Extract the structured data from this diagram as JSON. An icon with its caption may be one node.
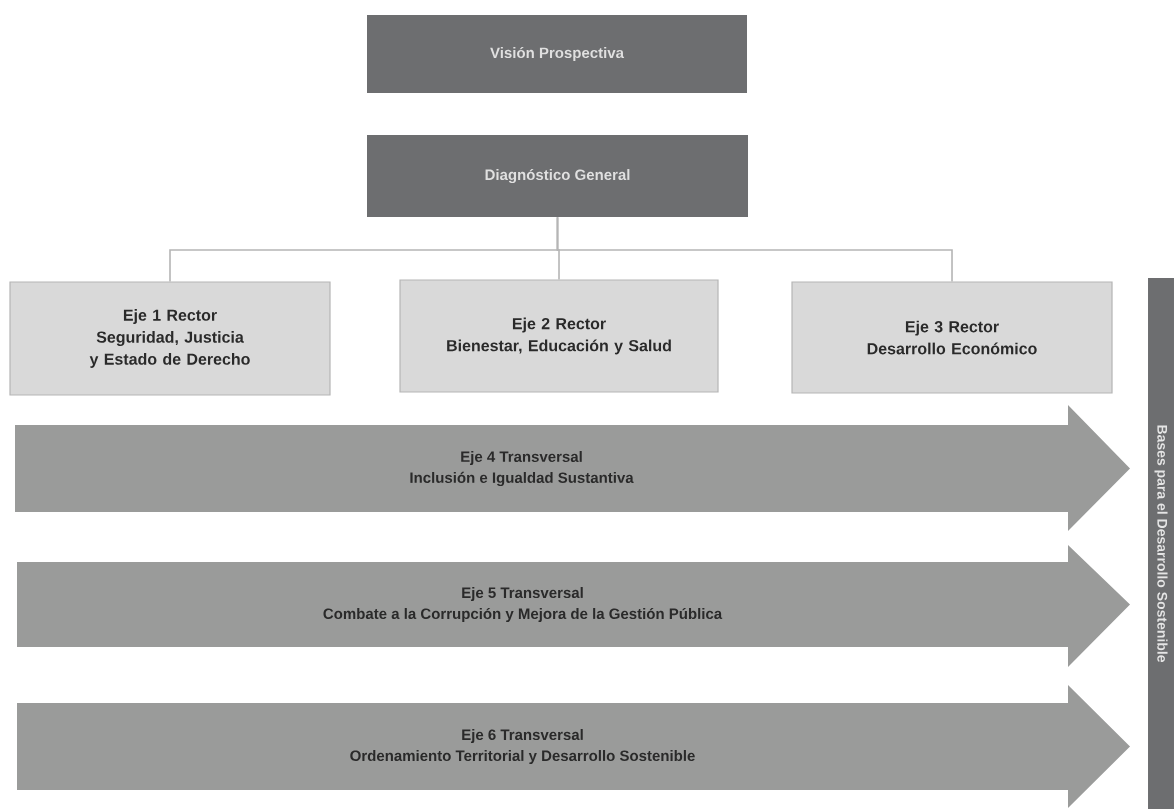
{
  "diagram": {
    "nodes": [
      {
        "text": [
          "Visión Prospectiva"
        ]
      },
      {
        "text": [
          "Diagnóstico General"
        ]
      },
      {
        "text": [
          "Eje 1 Rector",
          "Seguridad, Justicia y Estado de Derecho"
        ]
      },
      {
        "text": [
          "Eje 2 Rector",
          "Bienestar, Educación y Salud"
        ]
      },
      {
        "text": [
          "Eje 3 Rector",
          "Desarrollo Económico"
        ]
      },
      {
        "text": [
          "Eje 4 Transversal",
          "Inclusión e Igualdad Sustantiva"
        ]
      },
      {
        "text": [
          "Eje 5 Transversal",
          "Combate a la Corrupción y Mejora de la Gestión Pública"
        ]
      },
      {
        "text": [
          "Eje 6 Transversal",
          "Ordenamiento Territorial y Desarrollo Sostenible"
        ]
      },
      {
        "text": [
          "Bases para el Desarrollo Sostenible"
        ]
      }
    ],
    "edges": [
      {
        "from": 1,
        "to": 2,
        "arrow": "none"
      },
      {
        "from": 1,
        "to": 3,
        "arrow": "none"
      },
      {
        "from": 1,
        "to": 4,
        "arrow": "none"
      }
    ]
  }
}
